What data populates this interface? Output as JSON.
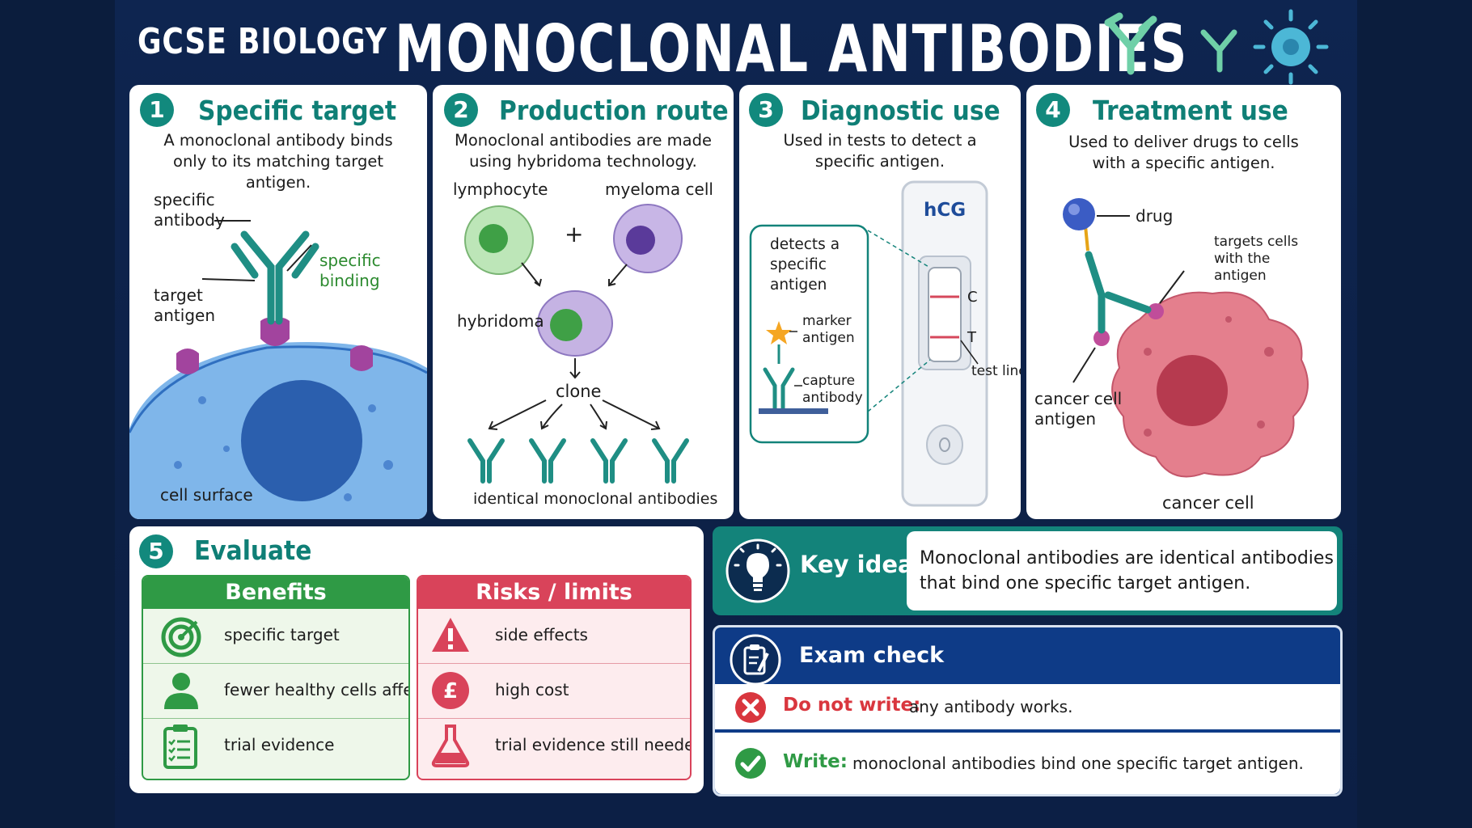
{
  "header": {
    "brand": "GCSE BIOLOGY",
    "title": "MONOCLONAL ANTIBODIES"
  },
  "colors": {
    "accent": "#12897d",
    "background": "#0e2550",
    "benefit": "#2f9a45",
    "risk": "#d9435a",
    "exam": "#0e3b87"
  },
  "cards": {
    "specific_target": {
      "number": "1",
      "title": "Specific target",
      "desc": [
        "A monoclonal antibody binds",
        "only to its matching target antigen."
      ],
      "labels": {
        "antibody": [
          "specific",
          "antibody"
        ],
        "binding": [
          "specific",
          "binding"
        ],
        "antigen": [
          "target",
          "antigen"
        ],
        "cell": "cell surface"
      }
    },
    "production_route": {
      "number": "2",
      "title": "Production route",
      "desc": [
        "Monoclonal antibodies are made",
        "using hybridoma technology."
      ],
      "labels": {
        "lymphocyte": "lymphocyte",
        "myeloma": "myeloma cell",
        "plus": "+",
        "hybridoma": "hybridoma",
        "clone": "clone",
        "identical": "identical monoclonal antibodies"
      }
    },
    "diagnostic_use": {
      "number": "3",
      "title": "Diagnostic use",
      "desc": [
        "Used in tests to detect a",
        "specific antigen."
      ],
      "labels": {
        "detects": [
          "detects a",
          "specific",
          "antigen"
        ],
        "marker": [
          "marker",
          "antigen"
        ],
        "capture": [
          "capture",
          "antibody"
        ],
        "hcg": "hCG",
        "c": "C",
        "t": "T",
        "test_line": "test line"
      }
    },
    "treatment_use": {
      "number": "4",
      "title": "Treatment use",
      "desc": [
        "Used to deliver drugs to cells",
        "with a specific antigen."
      ],
      "labels": {
        "drug": "drug",
        "targets": [
          "targets cells",
          "with the",
          "antigen"
        ],
        "cancer_antigen": [
          "cancer cell",
          "antigen"
        ],
        "cancer_cell": "cancer cell"
      }
    }
  },
  "evaluate": {
    "number": "5",
    "title": "Evaluate",
    "benefits": {
      "title": "Benefits",
      "items": [
        {
          "icon": "target-icon",
          "text": "specific target"
        },
        {
          "icon": "person-icon",
          "text": "fewer healthy cells affected"
        },
        {
          "icon": "clipboard-icon",
          "text": "trial evidence"
        }
      ]
    },
    "risks": {
      "title": "Risks / limits",
      "items": [
        {
          "icon": "warning-icon",
          "text": "side effects"
        },
        {
          "icon": "pound-icon",
          "text": "high cost"
        },
        {
          "icon": "flask-icon",
          "text": "trial evidence still needed"
        }
      ]
    }
  },
  "key_idea": {
    "label": "Key idea",
    "text": [
      "Monoclonal antibodies are identical antibodies",
      "that bind one specific target antigen."
    ]
  },
  "exam_check": {
    "title": "Exam check",
    "dont": {
      "label": "Do not write:",
      "text": "any antibody works."
    },
    "do": {
      "label": "Write:",
      "text": "monoclonal antibodies bind one specific target antigen."
    }
  }
}
